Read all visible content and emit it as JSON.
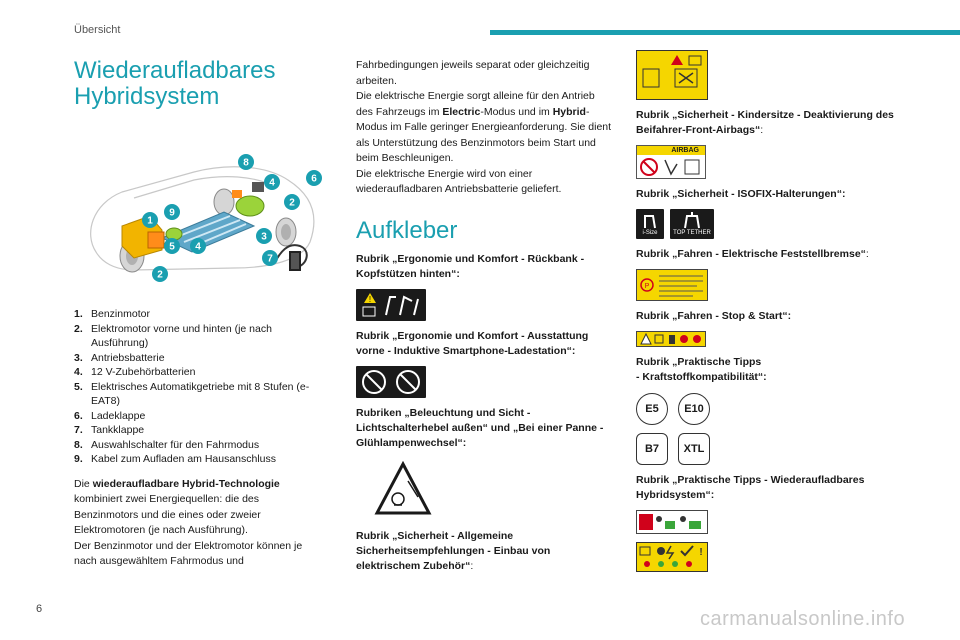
{
  "header": {
    "section": "Übersicht"
  },
  "page_number": "6",
  "watermark": "carmanualsonline.info",
  "left": {
    "title_line1": "Wiederaufladbares",
    "title_line2": "Hybridsystem",
    "callouts": [
      "1",
      "2",
      "2",
      "3",
      "4",
      "5",
      "6",
      "7",
      "8",
      "9"
    ],
    "legend": [
      {
        "num": "1.",
        "text": "Benzinmotor"
      },
      {
        "num": "2.",
        "text": "Elektromotor vorne und hinten (je nach Ausführung)"
      },
      {
        "num": "3.",
        "text": "Antriebsbatterie"
      },
      {
        "num": "4.",
        "text": "12 V-Zubehörbatterien"
      },
      {
        "num": "5.",
        "text": "Elektrisches Automatikgetriebe mit 8 Stufen (e-EAT8)"
      },
      {
        "num": "6.",
        "text": "Ladeklappe"
      },
      {
        "num": "7.",
        "text": "Tankklappe"
      },
      {
        "num": "8.",
        "text": "Auswahlschalter für den Fahrmodus"
      },
      {
        "num": "9.",
        "text": "Kabel zum Aufladen am Hausanschluss"
      }
    ],
    "para1_pre": "Die ",
    "para1_bold": "wiederaufladbare Hybrid-Technologie",
    "para1_post": " kombiniert zwei Energiequellen: die des Benzinmotors und die eines oder zweier Elektromotoren (je nach Ausführung).",
    "para2": "Der Benzinmotor und der Elektromotor können je nach ausgewähltem Fahrmodus und"
  },
  "middle": {
    "para1": "Fahrbedingungen jeweils separat oder gleichzeitig arbeiten.",
    "para2_a": "Die elektrische Energie sorgt alleine für den Antrieb des Fahrzeugs im ",
    "para2_b1": "Electric",
    "para2_c": "-Modus und im ",
    "para2_b2": "Hybrid",
    "para2_d": "-Modus im Falle geringer Energieanforderung. Sie dient als Unterstützung des Benzinmotors beim Start und beim Beschleunigen.",
    "para3": "Die elektrische Energie wird von einer wiederaufladbaren Antriebsbatterie geliefert.",
    "title": "Aufkleber",
    "rubric1": "Rubrik „Ergonomie und Komfort - Rückbank - Kopfstützen hinten“:",
    "rubric2": "Rubrik „Ergonomie und Komfort - Ausstattung vorne - Induktive Smartphone-Ladestation“:",
    "rubric3": "Rubriken „Beleuchtung und Sicht - Lichtschalterhebel außen“ und „Bei einer Panne - Glühlampenwechsel“:",
    "rubric4_bold": "Rubrik „Sicherheit - Allgemeine Sicherheitsempfehlungen - Einbau von elektrischem Zubehör“",
    "rubric4_colon": ":"
  },
  "right": {
    "rubric1_bold": "Rubrik „Sicherheit - Kindersitze - Deaktivierung des Beifahrer-Front-Airbags“",
    "rubric1_colon": ":",
    "airbag_label": "AIRBAG",
    "rubric2": "Rubrik „Sicherheit - ISOFIX-Halterungen“:",
    "isize_label": "i-Size",
    "tether_label": "TOP TETHER",
    "rubric3_bold": "Rubrik „Fahren - Elektrische Feststellbremse“",
    "rubric3_colon": ":",
    "rubric4": "Rubrik „Fahren - Stop & Start“:",
    "rubric5_l1": "Rubrik „Praktische Tipps",
    "rubric5_l2": "- Kraftstoffkompatibilität“:",
    "fuel": [
      "E5",
      "E10",
      "B7",
      "XTL"
    ],
    "rubric6": "Rubrik „Praktische Tipps - Wiederaufladbares Hybridsystem“:"
  }
}
